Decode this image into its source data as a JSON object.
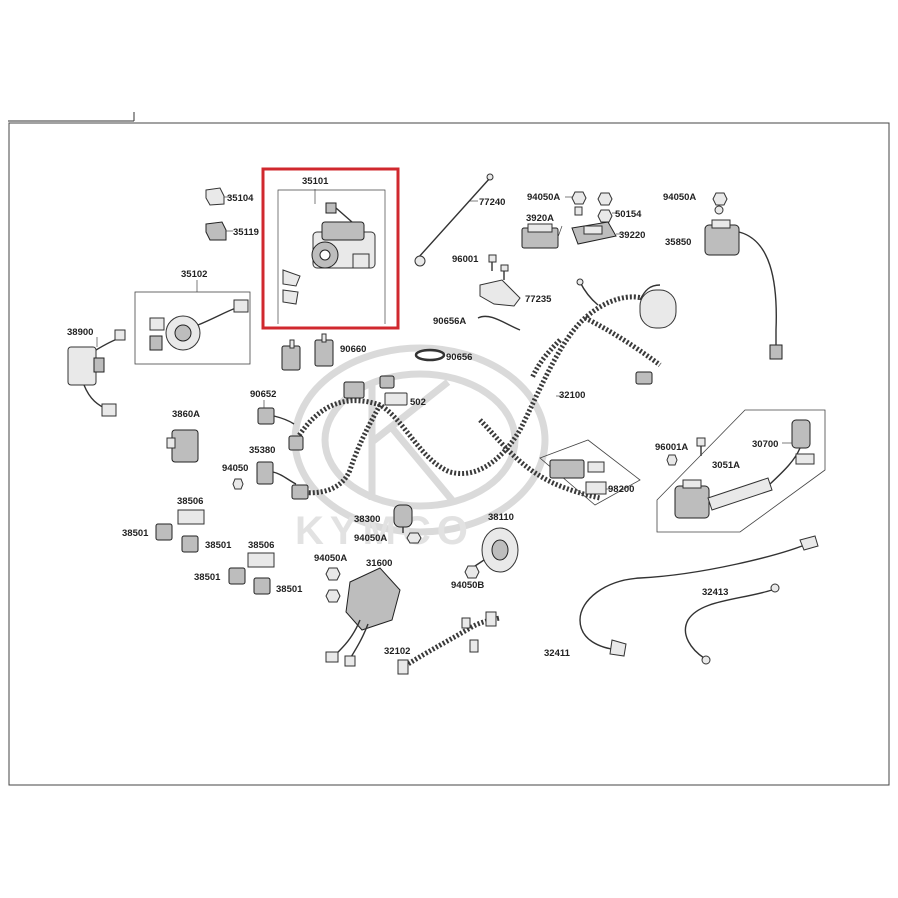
{
  "diagram": {
    "brand_watermark": "KYMCO",
    "highlight_color": "#d0282e",
    "highlighted_part": "35101",
    "labels": [
      {
        "id": "35101"
      },
      {
        "id": "35104"
      },
      {
        "id": "35119"
      },
      {
        "id": "35102"
      },
      {
        "id": "38900"
      },
      {
        "id": "77240"
      },
      {
        "id": "94050A"
      },
      {
        "id": "50154"
      },
      {
        "id": "3920A"
      },
      {
        "id": "39220"
      },
      {
        "id": "35850"
      },
      {
        "id": "96001"
      },
      {
        "id": "77235"
      },
      {
        "id": "90656A"
      },
      {
        "id": "90656"
      },
      {
        "id": "90660"
      },
      {
        "id": "90652"
      },
      {
        "id": "502"
      },
      {
        "id": "3860A"
      },
      {
        "id": "35380"
      },
      {
        "id": "94050"
      },
      {
        "id": "32100"
      },
      {
        "id": "96001A"
      },
      {
        "id": "30700"
      },
      {
        "id": "3051A"
      },
      {
        "id": "98200"
      },
      {
        "id": "38506"
      },
      {
        "id": "38501"
      },
      {
        "id": "38300"
      },
      {
        "id": "38110"
      },
      {
        "id": "31600"
      },
      {
        "id": "94050B"
      },
      {
        "id": "32102"
      },
      {
        "id": "32411"
      },
      {
        "id": "32413"
      }
    ]
  }
}
